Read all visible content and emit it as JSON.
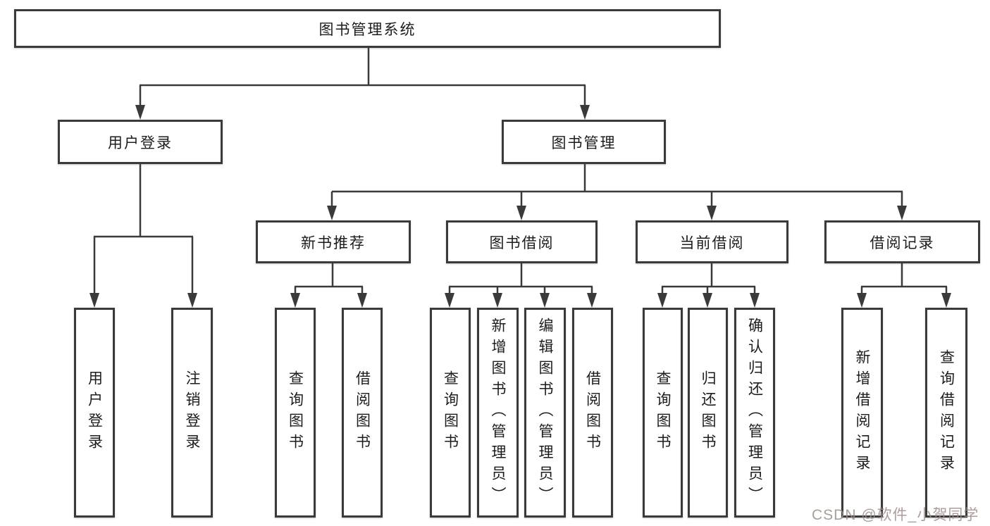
{
  "tree": {
    "label": "图书管理系统",
    "children": [
      {
        "label": "用户登录",
        "children": [
          {
            "label": "用户登录"
          },
          {
            "label": "注销登录"
          }
        ]
      },
      {
        "label": "图书管理",
        "children": [
          {
            "label": "新书推荐",
            "children": [
              {
                "label": "查询图书"
              },
              {
                "label": "借阅图书"
              }
            ]
          },
          {
            "label": "图书借阅",
            "children": [
              {
                "label": "查询图书"
              },
              {
                "label": "新增图书（管理员）"
              },
              {
                "label": "编辑图书（管理员）"
              },
              {
                "label": "借阅图书"
              }
            ]
          },
          {
            "label": "当前借阅",
            "children": [
              {
                "label": "查询图书"
              },
              {
                "label": "归还图书"
              },
              {
                "label": "确认归还（管理员）"
              }
            ]
          },
          {
            "label": "借阅记录",
            "children": [
              {
                "label": "新增借阅记录"
              },
              {
                "label": "查询借阅记录"
              }
            ]
          }
        ]
      }
    ]
  },
  "watermark": {
    "text": "CSDN @软件_小贺同学"
  },
  "colors": {
    "line": "#3a3a3a",
    "box_border": "#3a3a3a",
    "box_fill": "#ffffff",
    "text": "#1c1c1c",
    "watermark": "#9e8c89"
  }
}
